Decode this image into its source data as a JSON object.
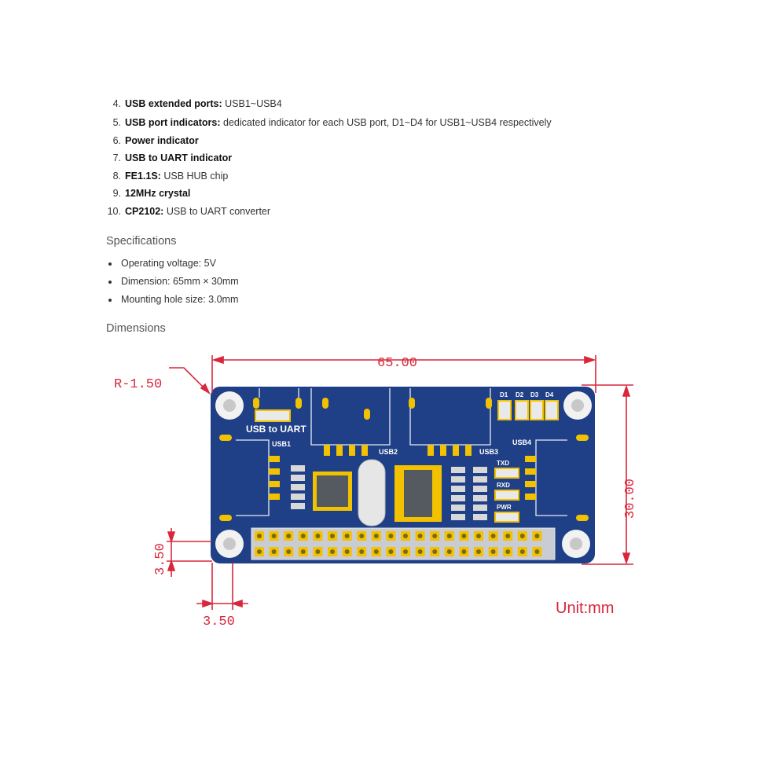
{
  "features": [
    {
      "num": "4.",
      "label": "USB extended ports:",
      "desc": " USB1~USB4"
    },
    {
      "num": "5.",
      "label": "USB port indicators:",
      "desc": " dedicated indicator for each USB port, D1~D4 for USB1~USB4 respectively"
    },
    {
      "num": "6.",
      "label": "Power indicator",
      "desc": ""
    },
    {
      "num": "7.",
      "label": "USB to UART indicator",
      "desc": ""
    },
    {
      "num": "8.",
      "label": "FE1.1S:",
      "desc": " USB HUB chip"
    },
    {
      "num": "9.",
      "label": "12MHz crystal",
      "desc": ""
    },
    {
      "num": "10.",
      "label": "CP2102:",
      "desc": " USB to UART converter"
    }
  ],
  "specifications_heading": "Specifications",
  "specifications": [
    "Operating voltage: 5V",
    "Dimension: 65mm × 30mm",
    "Mounting hole size: 3.0mm"
  ],
  "dimensions_heading": "Dimensions",
  "drawing": {
    "width_label": "65.00",
    "height_label": "30.00",
    "radius_label": "R-1.50",
    "offset_y_label": "3.50",
    "offset_x_label": "3.50",
    "unit_label": "Unit:mm",
    "dimension_color": "#d9263a",
    "board_color": "#1f3f86",
    "board_labels": {
      "usb_uart": "USB to UART",
      "usb1": "USB1",
      "usb2": "USB2",
      "usb3": "USB3",
      "usb4": "USB4",
      "d1": "D1",
      "d2": "D2",
      "d3": "D3",
      "d4": "D4",
      "txd": "TXD",
      "rxd": "RXD",
      "pwr": "PWR"
    }
  }
}
